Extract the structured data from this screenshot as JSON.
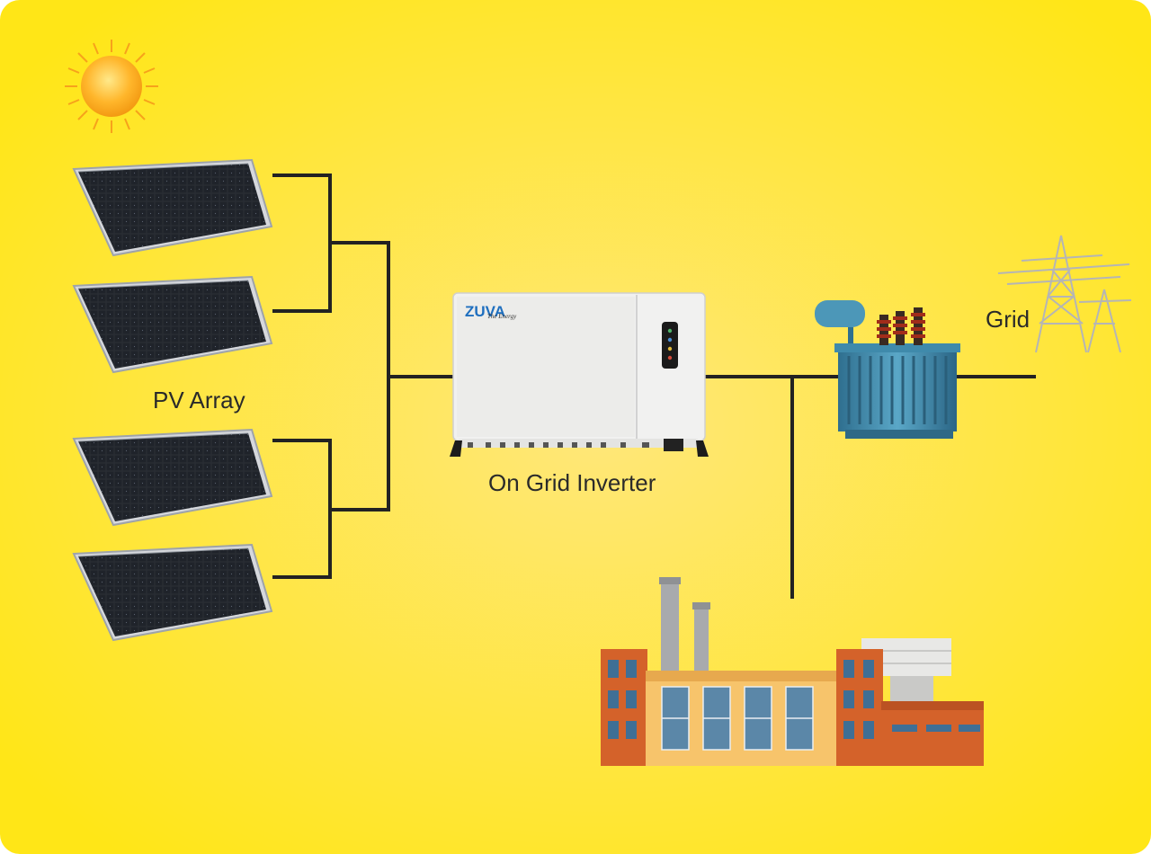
{
  "labels": {
    "pv_array": "PV Array",
    "inverter": "On Grid Inverter",
    "grid": "Grid"
  },
  "inverter_brand": {
    "name": "ZUVA",
    "tagline": "The Energy"
  },
  "colors": {
    "background_center": "#ffe066",
    "background_edge": "#ffe61a",
    "wire": "#222222",
    "panel_cell": "#2b2f36",
    "panel_frame": "#c9ccd1",
    "inverter_body": "#efefee",
    "brand_blue": "#1f6fbf",
    "transformer": "#3d86a8",
    "factory_brick": "#d4622a",
    "factory_cream": "#f7c46b",
    "factory_window": "#5b87a8",
    "chimney": "#a9abae",
    "tower": "#b8b8b8"
  },
  "icons": [
    "sun-icon",
    "solar-panel-icon",
    "inverter-icon",
    "transformer-icon",
    "power-tower-icon",
    "factory-icon"
  ]
}
